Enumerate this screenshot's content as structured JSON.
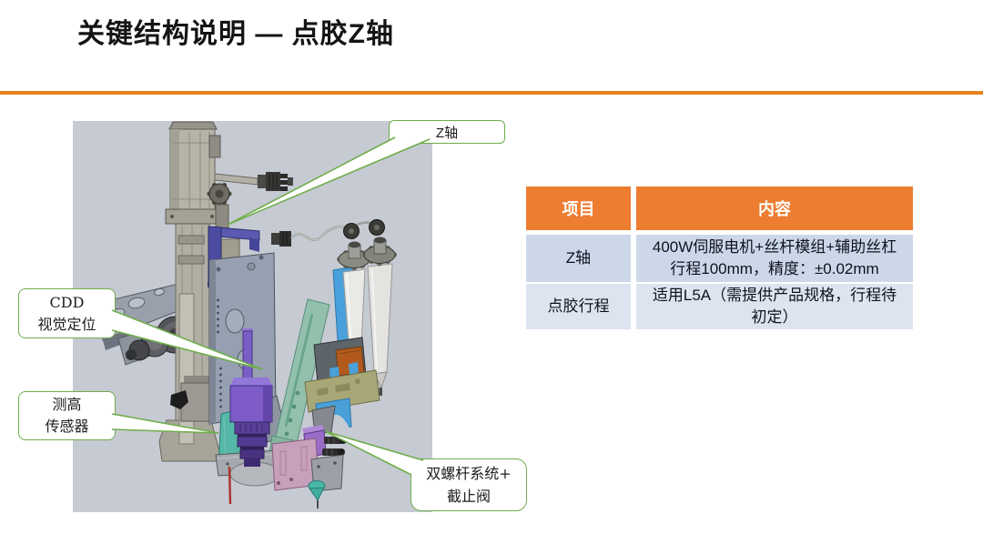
{
  "title": "关键结构说明 — 点胶Z轴",
  "colors": {
    "accent_orange_rule": "#E8811E",
    "table_header_bg": "#ED7D31",
    "table_row1_bg": "#CCD8E9",
    "table_row2_bg": "#DDE4F0",
    "callout_border_green": "#6FAD4B",
    "figure_background": "#C6CAD3"
  },
  "figure": {
    "callouts": {
      "z_axis": "Z轴",
      "cdd": "CDD\n视觉定位",
      "height_sensor": "测高\n传感器",
      "screw_system": "双螺杆系统+\n截止阀"
    }
  },
  "table": {
    "headers": [
      "项目",
      "内容"
    ],
    "rows": [
      {
        "item": "Z轴",
        "content": "400W伺服电机+丝杆模组+辅助丝杠\n行程100mm，精度：±0.02mm"
      },
      {
        "item": "点胶行程",
        "content": "适用L5A（需提供产品规格，行程待\n初定）"
      }
    ]
  }
}
